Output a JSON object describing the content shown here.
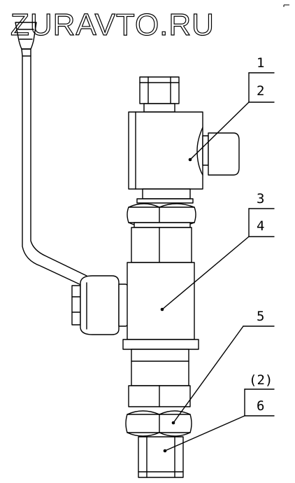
{
  "watermark": "ZURAVTO.RU",
  "callouts": {
    "c1": "1",
    "c2": "2",
    "c3": "3",
    "c4": "4",
    "c5": "5",
    "c6_qty": "(2)",
    "c6": "6"
  }
}
